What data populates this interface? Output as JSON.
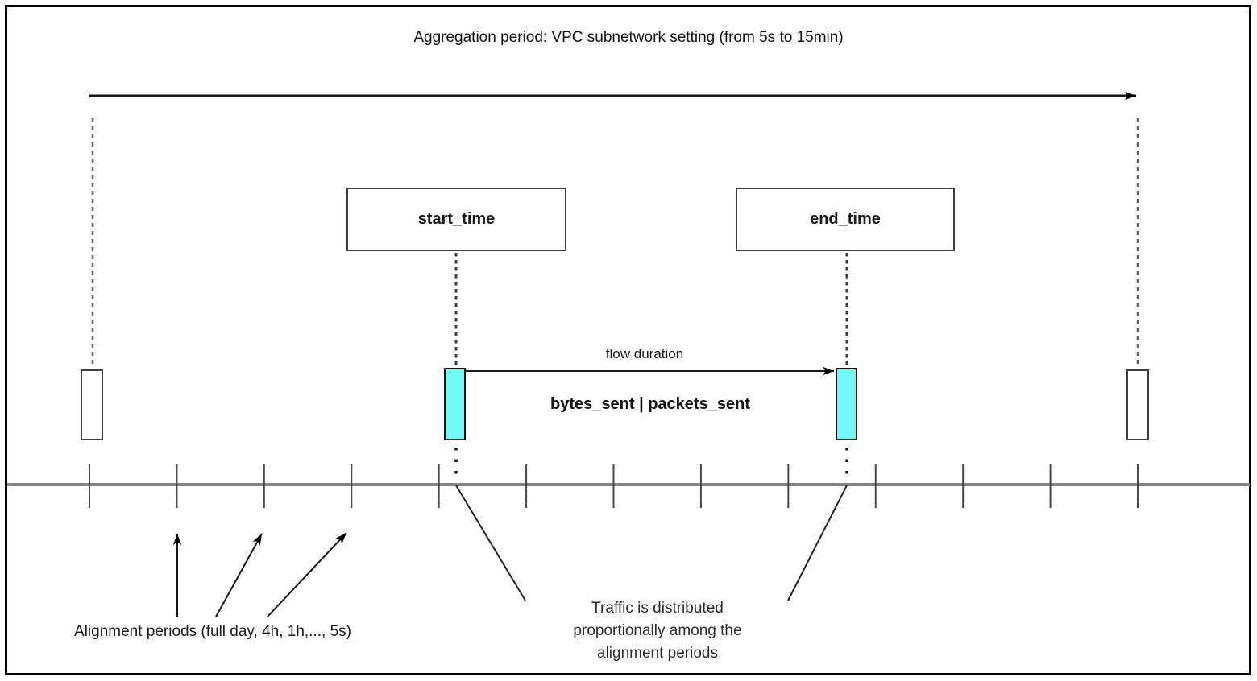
{
  "diagram": {
    "title": "Aggregation period: VPC subnetwork setting (from 5s to 15min)",
    "start_time_label": "start_time",
    "end_time_label": "end_time",
    "flow_duration_label": "flow duration",
    "metrics_label": "bytes_sent | packets_sent",
    "alignment_periods_label": "Alignment periods (full day, 4h, 1h,..., 5s)",
    "traffic_note": "Traffic is distributed\nproportionally among the\nalignment periods",
    "timeline": {
      "tick_count": 13,
      "first_tick_x": 111,
      "last_tick_x": 1412
    }
  },
  "colors": {
    "flow_interval_fill": "#70F7F7",
    "timeline_axis": "#848484",
    "tick": "#4a4a4a",
    "line": "#000000"
  }
}
